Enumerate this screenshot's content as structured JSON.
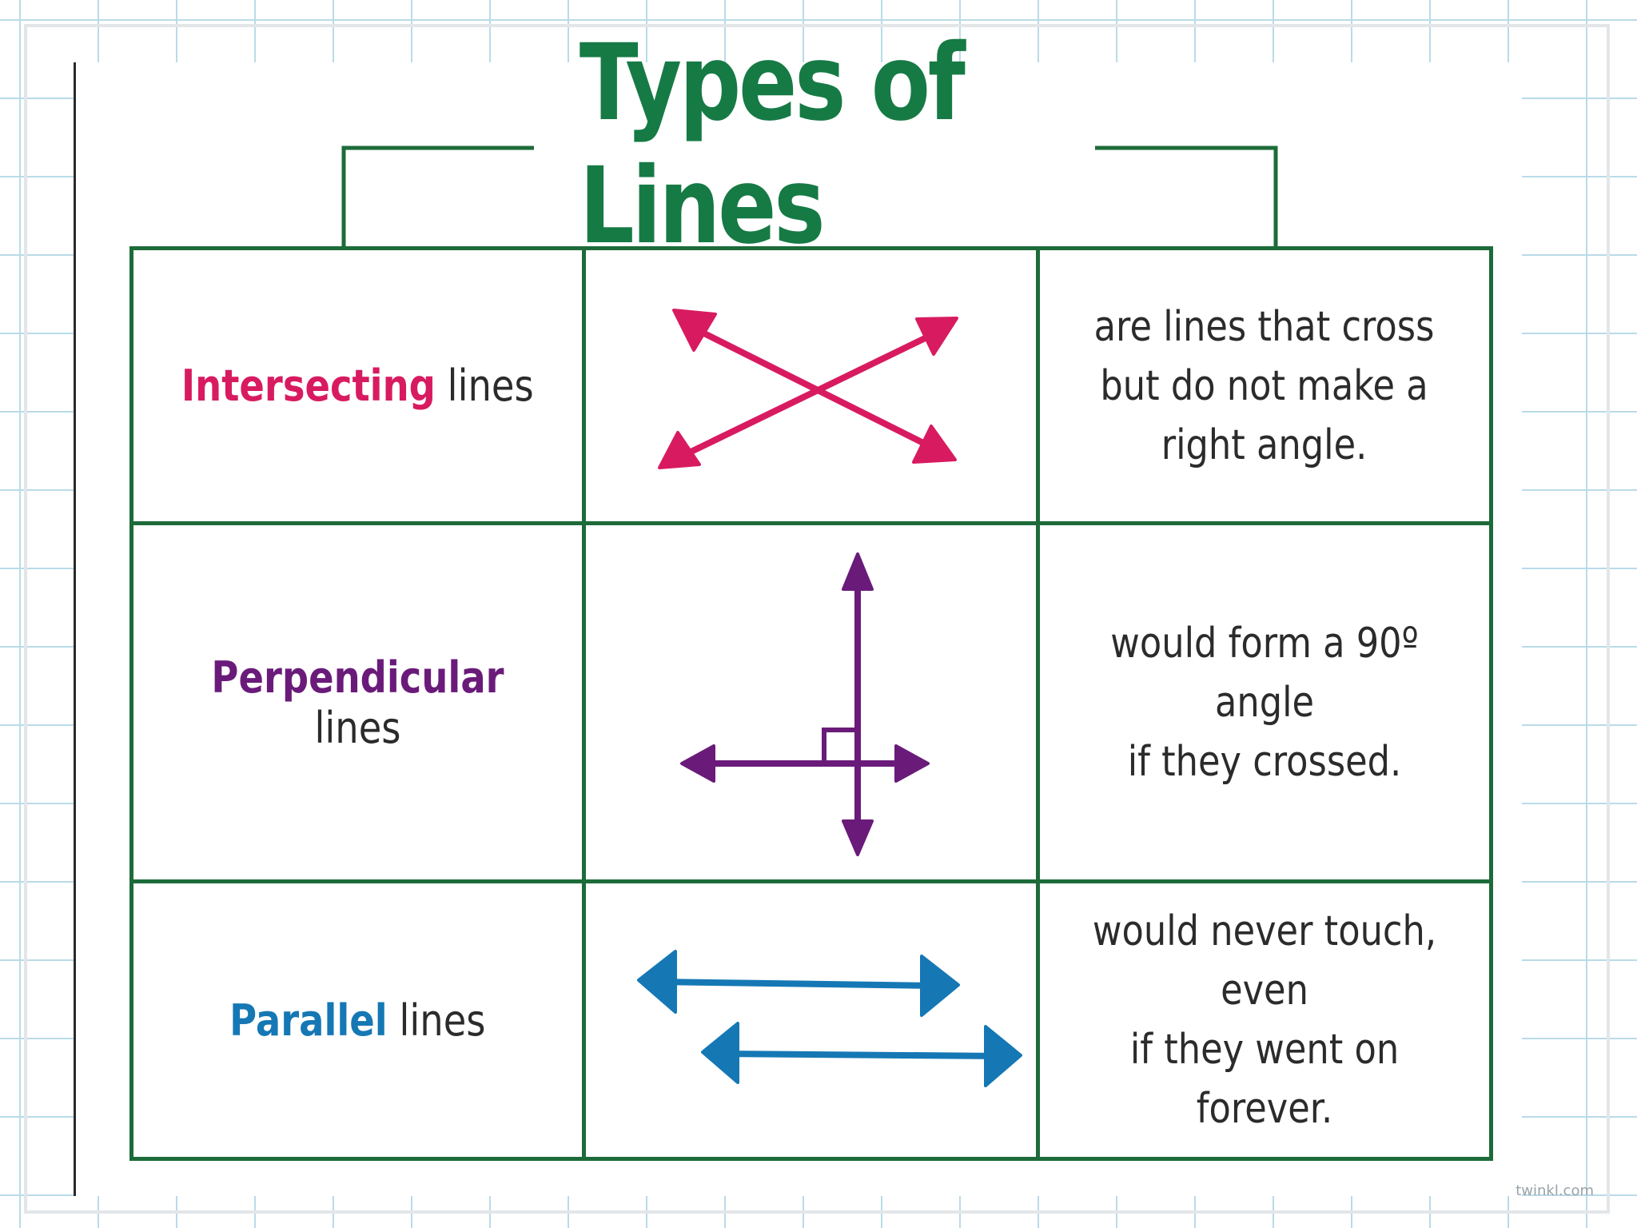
{
  "title": "Types of Lines",
  "colors": {
    "frame": "#1d6b3a",
    "title": "#167a45",
    "intersecting": "#d81b60",
    "perpendicular": "#6a1b7a",
    "parallel": "#1578b4"
  },
  "rows": [
    {
      "keyword": "Intersecting",
      "suffix": " lines",
      "icon": "intersecting-lines-icon",
      "description": "are lines that cross\nbut do not make a\nright angle."
    },
    {
      "keyword": "Perpendicular",
      "suffix": " lines",
      "icon": "perpendicular-lines-icon",
      "description": "would form a 90º angle\nif they crossed."
    },
    {
      "keyword": "Parallel",
      "suffix": " lines",
      "icon": "parallel-lines-icon",
      "description": "would never touch, even\nif they went on forever."
    }
  ],
  "watermark": "twinkl.com"
}
